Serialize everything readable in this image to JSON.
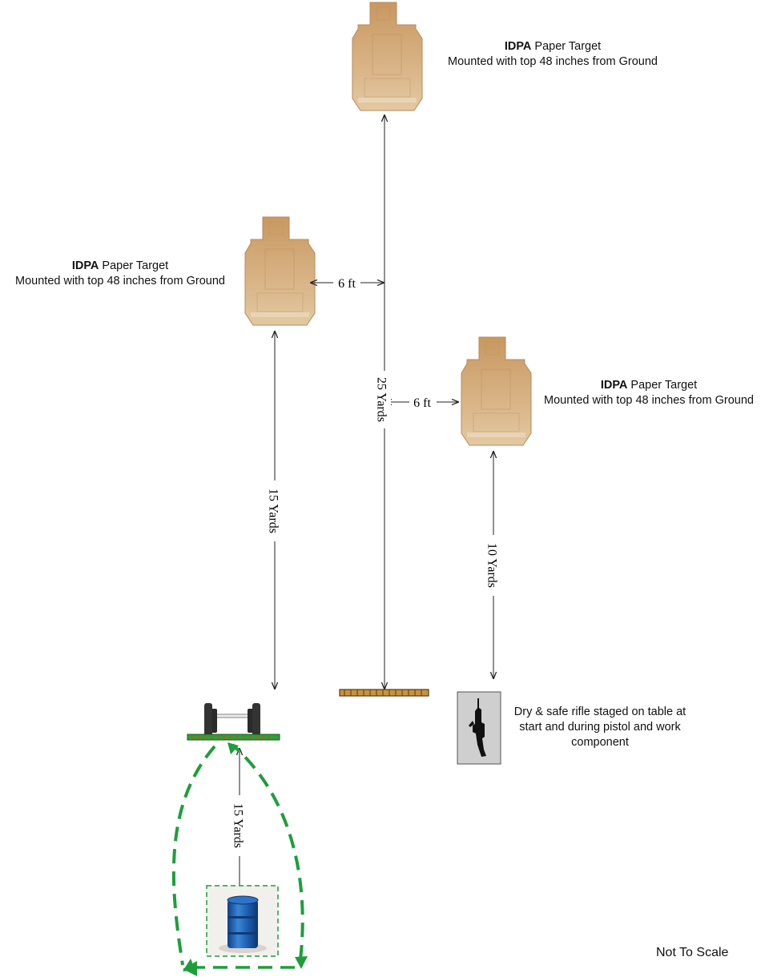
{
  "targets": [
    {
      "id": "target-far",
      "bold": "IDPA",
      "type_text": "Paper Target",
      "mount": "Mounted with top 48 inches from Ground"
    },
    {
      "id": "target-left",
      "bold": "IDPA",
      "type_text": "Paper Target",
      "mount": "Mounted with top 48 inches from Ground"
    },
    {
      "id": "target-right",
      "bold": "IDPA",
      "type_text": "Paper Target",
      "mount": "Mounted with top 48 inches from Ground"
    }
  ],
  "distances": {
    "far": "25 Yards",
    "left": "15 Yards",
    "right": "10 Yards",
    "carry": "15 Yards",
    "spacing_left": "6 ft",
    "spacing_right": "6 ft"
  },
  "rifle_note": "Dry & safe rifle staged on table at start and during pistol and work component",
  "scale_note": "Not To Scale",
  "icons": {
    "target": "idpa-target-icon",
    "dumbbell": "dumbbell-icon",
    "barrel": "barrel-icon",
    "rifle": "rifle-icon",
    "fault_line": "fault-line-icon"
  },
  "colors": {
    "target_cardboard": "#cfa56f",
    "path_green": "#1e9e3a",
    "barrel_blue": "#1d5fb0",
    "fault_line_brown": "#c8923c",
    "rifle_box_gray": "#cfcfcf"
  }
}
